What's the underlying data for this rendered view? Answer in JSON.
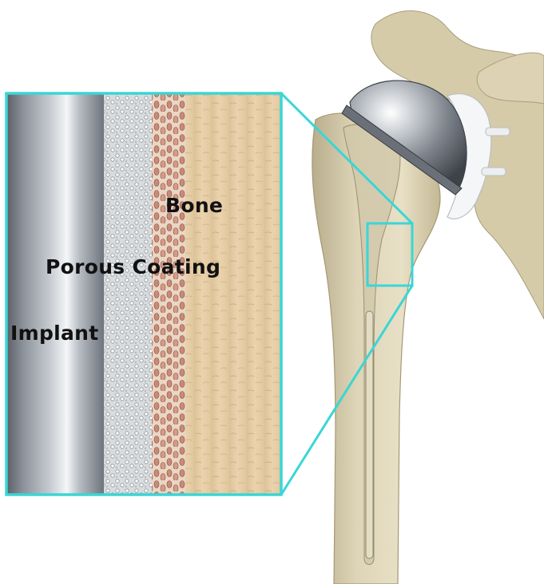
{
  "labels": {
    "bone": "Bone",
    "porous_coating": "Porous Coating",
    "implant": "Implant"
  },
  "colors": {
    "callout_outline": "#3ad6d6",
    "bone_tan": "#e6cba0",
    "bone_shaft": "#d8cfb0",
    "porous_gray": "#cfd2d4",
    "bone_ingrowth": "#c98a78",
    "implant_metal": "#8e949c"
  },
  "icons": [
    "humerus-bone-illustration",
    "scapula-illustration",
    "metal-humeral-head",
    "polyethylene-glenoid-liner",
    "implant-stem"
  ]
}
